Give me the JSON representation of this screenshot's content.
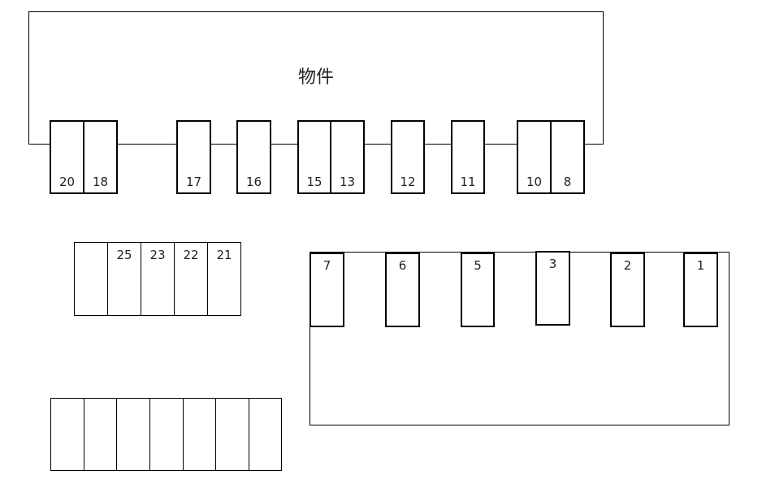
{
  "building": {
    "label": "物件"
  },
  "row_top": [
    "20",
    "18",
    "17",
    "16",
    "15",
    "13",
    "12",
    "11",
    "10",
    "8"
  ],
  "row_left": [
    "",
    "25",
    "23",
    "22",
    "21"
  ],
  "row_right": [
    "7",
    "6",
    "5",
    "3",
    "2",
    "1"
  ],
  "row_bottom": [
    "",
    "",
    "",
    "",
    "",
    "",
    ""
  ]
}
